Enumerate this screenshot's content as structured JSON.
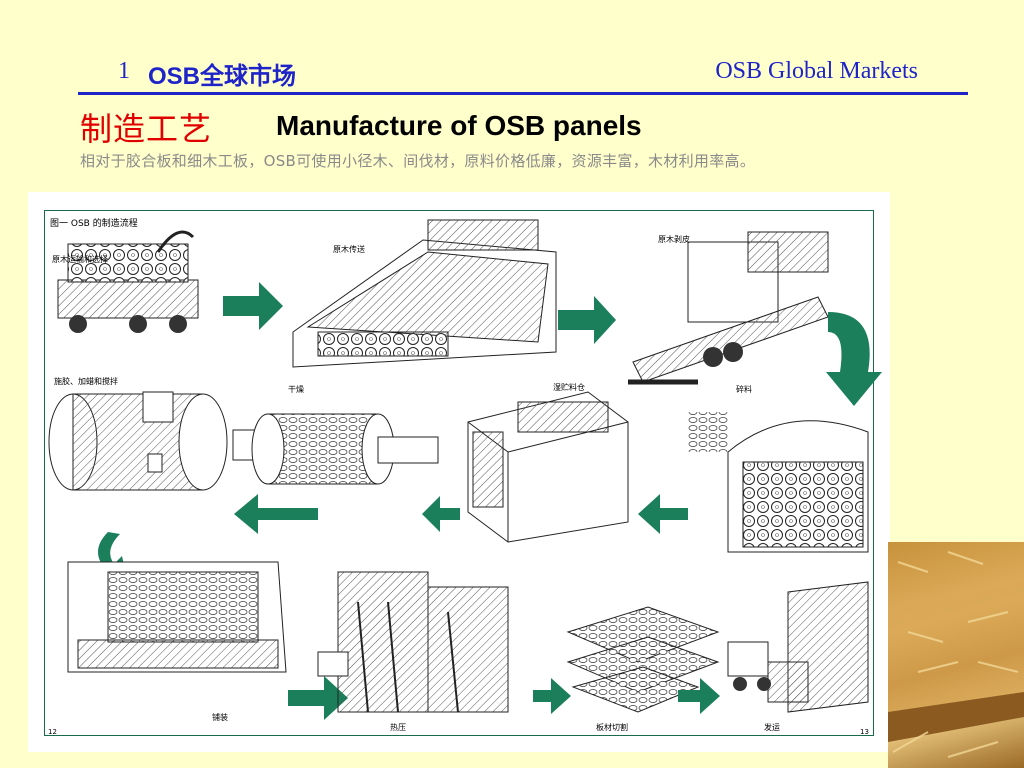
{
  "header": {
    "number": "1",
    "title_cn": "OSB全球市场",
    "title_en": "OSB Global Markets"
  },
  "title": {
    "cn": "制造工艺",
    "en": "Manufacture of OSB panels"
  },
  "subtitle": "相对于胶合板和细木工板，OSB可使用小径木、间伐材，原料价格低廉，资源丰富，木材利用率高。",
  "figure": {
    "title": "图一 OSB 的制造流程",
    "steps": [
      "原木运输和选择",
      "原木传送",
      "原木剥皮",
      "干燥",
      "湿贮料仓",
      "碎料",
      "施胶、加蜡和搅拌",
      "铺装",
      "热压",
      "板材切割",
      "发运"
    ],
    "page_left": "12",
    "page_right": "13"
  },
  "colors": {
    "background": "#FFFFCC",
    "header_blue": "#1E24C8",
    "title_red": "#E00000",
    "arrow_green": "#1A7F5A"
  }
}
